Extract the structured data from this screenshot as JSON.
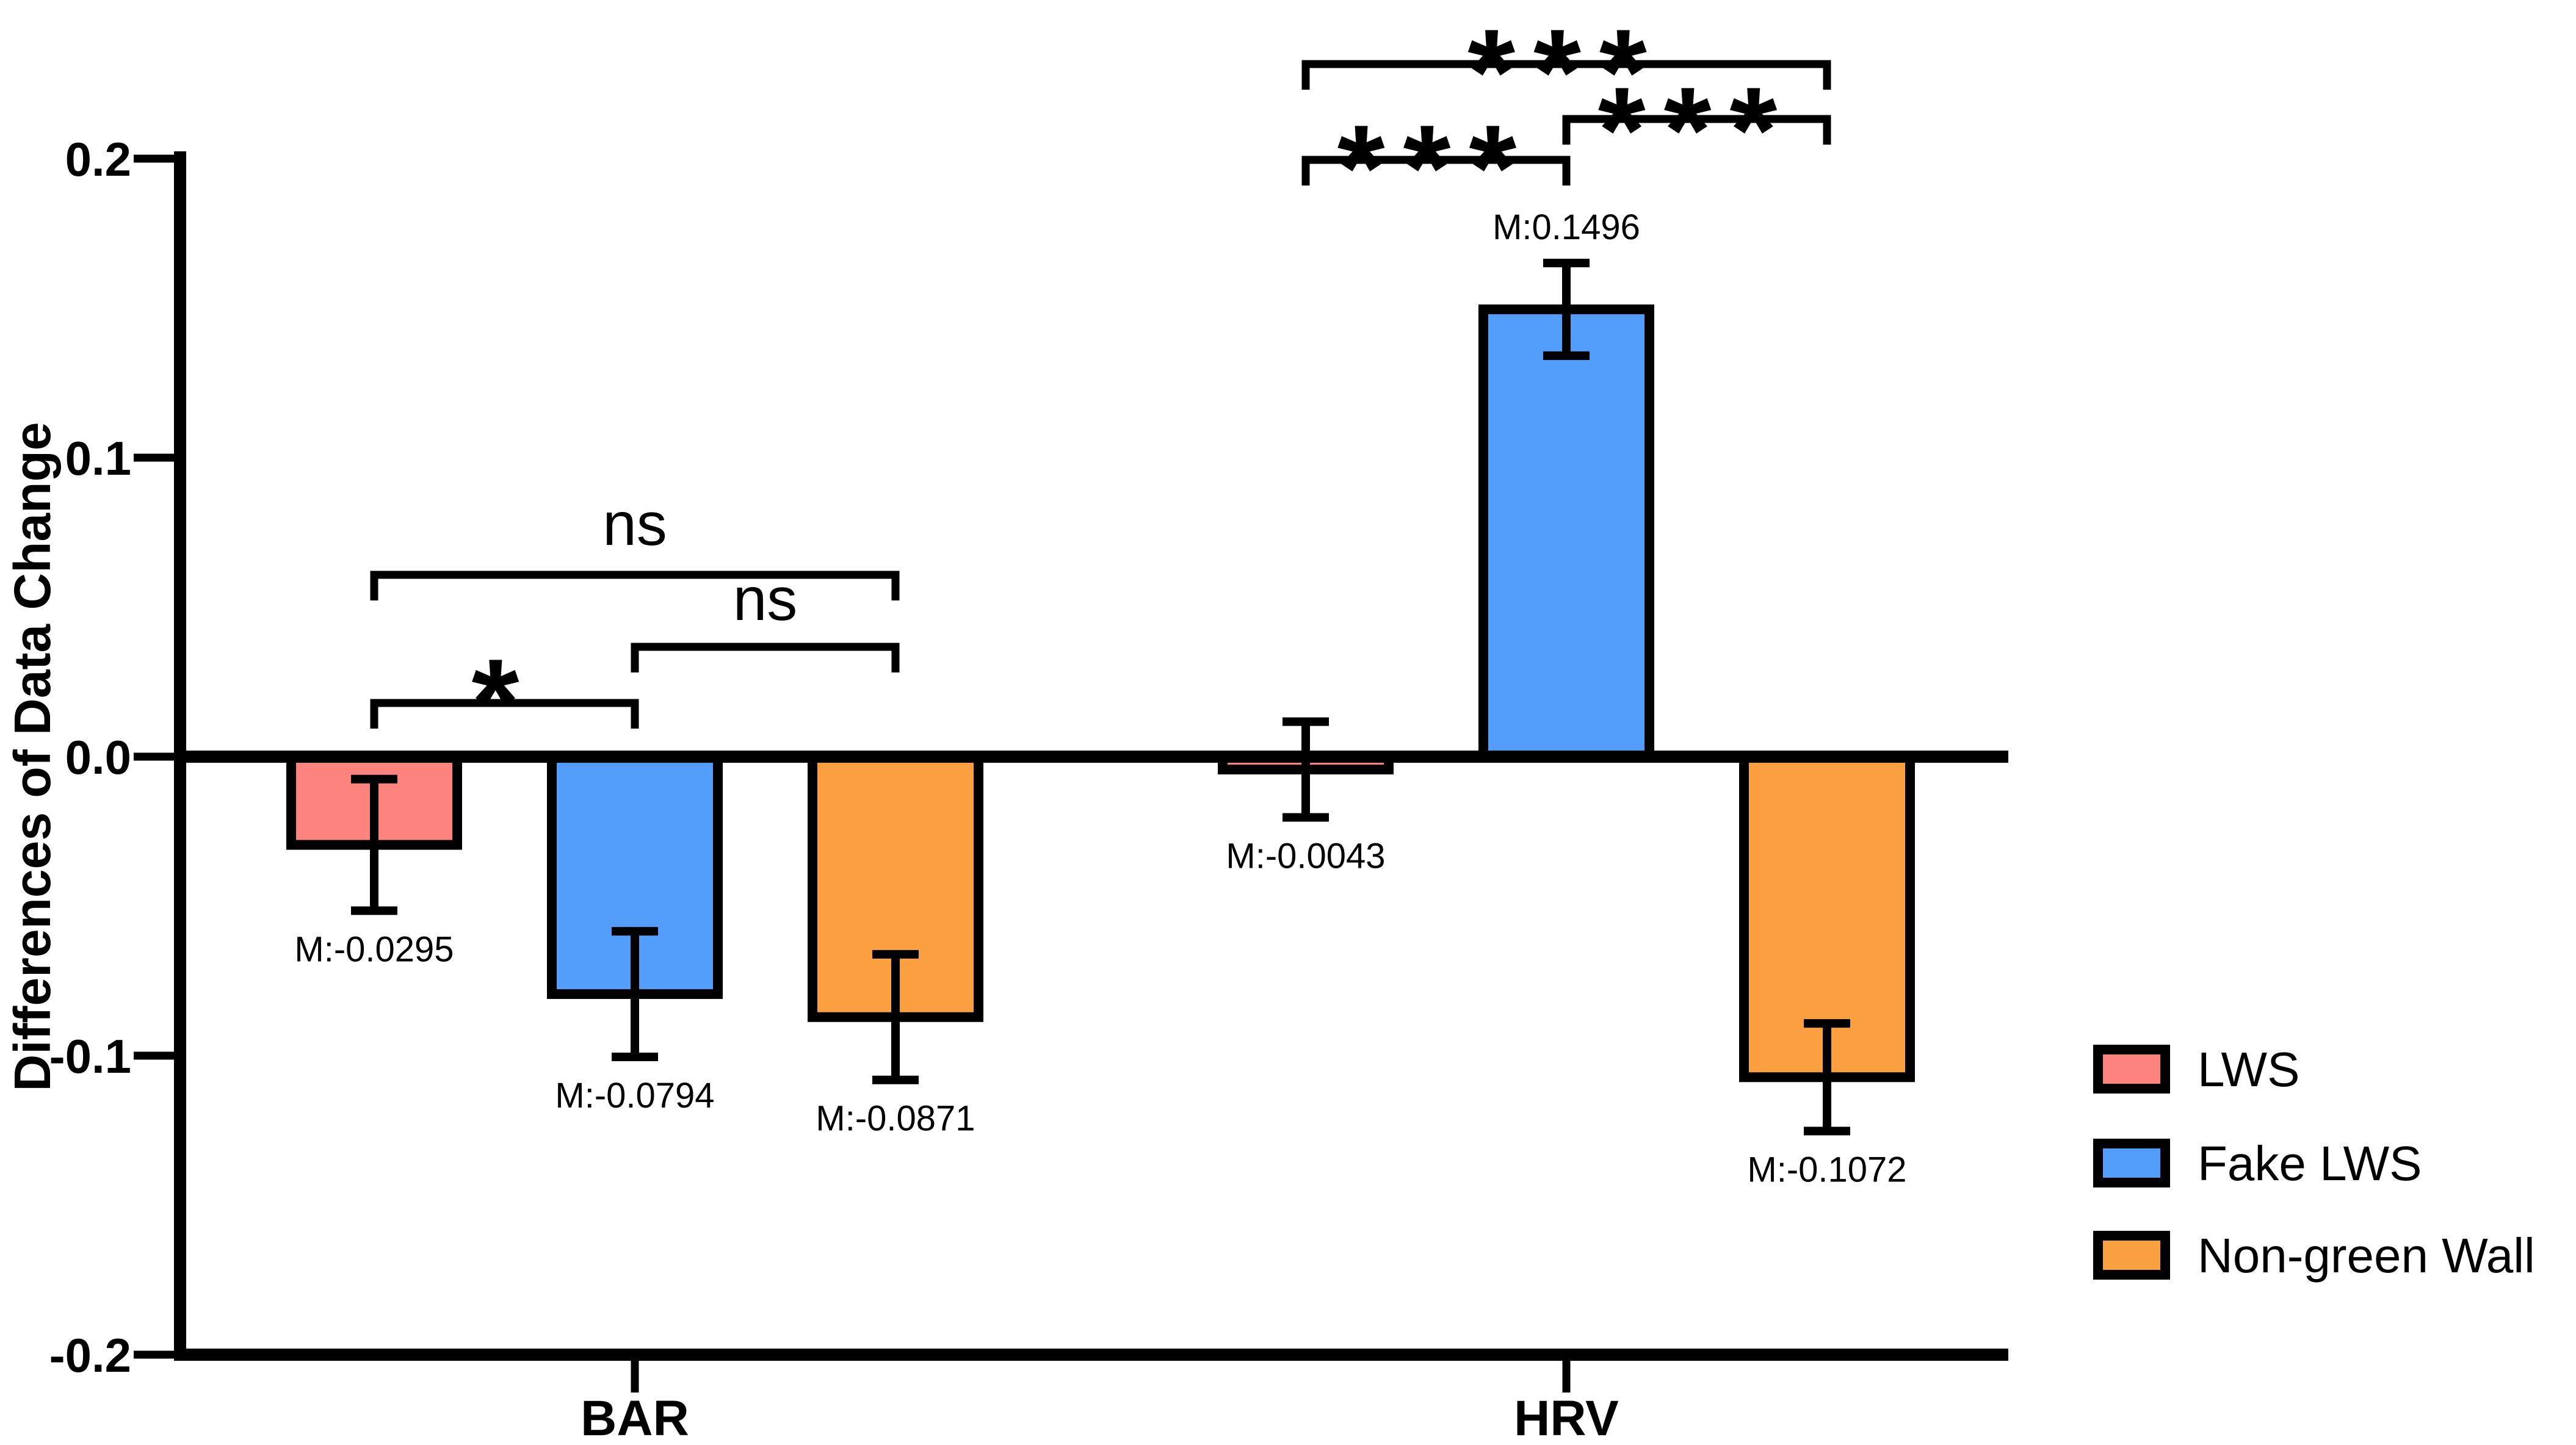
{
  "chart_data": {
    "type": "bar",
    "title": "",
    "xlabel": "",
    "ylabel": "Differences of Data Change",
    "ylim": [
      -0.2,
      0.2
    ],
    "yticks": [
      0.2,
      0.1,
      0.0,
      -0.1,
      -0.2
    ],
    "ytick_labels": [
      "0.2",
      "0.1",
      "0.0",
      "-0.1",
      "-0.2"
    ],
    "categories": [
      "BAR",
      "HRV"
    ],
    "grid": false,
    "bar_edge_color": "#000000",
    "series": [
      {
        "name": "LWS",
        "color": "#FC837E",
        "values": [
          -0.0295,
          -0.0043
        ],
        "errors": [
          0.022,
          0.016
        ],
        "value_labels": [
          "M:-0.0295",
          "M:-0.0043"
        ]
      },
      {
        "name": "Fake LWS",
        "color": "#519DF9",
        "values": [
          -0.0794,
          0.1496
        ],
        "errors": [
          0.021,
          0.0155
        ],
        "value_labels": [
          "M:-0.0794",
          "M:0.1496"
        ]
      },
      {
        "name": "Non-green Wall",
        "color": "#FBA041",
        "values": [
          -0.0871,
          -0.1072
        ],
        "errors": [
          0.021,
          0.018
        ],
        "value_labels": [
          "M:-0.0871",
          "M:-0.1072"
        ]
      }
    ],
    "significance": [
      {
        "category": "BAR",
        "between": [
          "LWS",
          "Fake LWS"
        ],
        "label": "*"
      },
      {
        "category": "BAR",
        "between": [
          "LWS",
          "Non-green Wall"
        ],
        "label": "ns"
      },
      {
        "category": "BAR",
        "between": [
          "Fake LWS",
          "Non-green Wall"
        ],
        "label": "ns"
      },
      {
        "category": "HRV",
        "between": [
          "LWS",
          "Fake LWS"
        ],
        "label": "***"
      },
      {
        "category": "HRV",
        "between": [
          "LWS",
          "Non-green Wall"
        ],
        "label": "***"
      },
      {
        "category": "HRV",
        "between": [
          "Fake LWS",
          "Non-green Wall"
        ],
        "label": "***"
      }
    ],
    "legend": {
      "position": "bottom-right",
      "entries": [
        {
          "label": "LWS"
        },
        {
          "label": "Fake LWS"
        },
        {
          "label": "Non-green Wall"
        }
      ]
    }
  }
}
